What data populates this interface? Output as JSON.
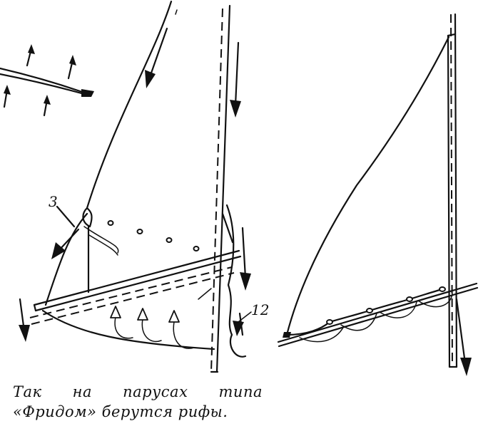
{
  "figure": {
    "labels": {
      "reef_line": "3",
      "downhaul": "12"
    }
  },
  "caption": {
    "line1": "Так на парусах типа",
    "line2": "«Фридом» берутся рифы."
  }
}
